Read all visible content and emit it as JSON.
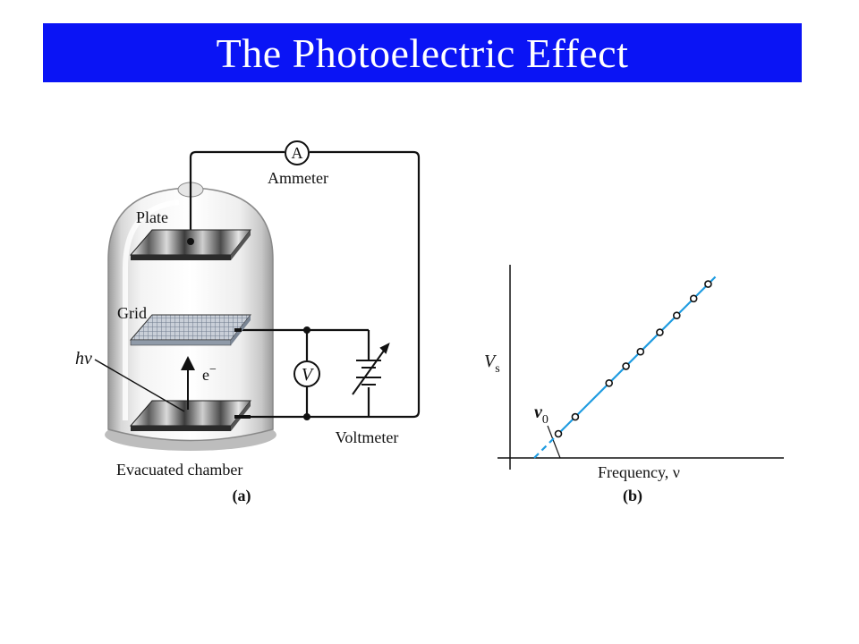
{
  "slide": {
    "title": "The Photoelectric Effect",
    "title_bg": "#0a14f5",
    "title_color": "#ffffff"
  },
  "apparatus": {
    "ammeter_symbol": "A",
    "ammeter_label": "Ammeter",
    "plate_label": "Plate",
    "grid_label": "Grid",
    "photon_label": "hν",
    "photon_color": "#d11a6e",
    "electron_label": "e",
    "electron_charge": "−",
    "voltmeter_symbol": "V",
    "voltmeter_label": "Voltmeter",
    "chamber_label": "Evacuated chamber",
    "panel_label": "(a)"
  },
  "graph": {
    "y_axis_label": "V",
    "y_axis_subscript": "s",
    "threshold_label": "ν",
    "threshold_subscript": "0",
    "x_axis_label": "Frequency, ν",
    "panel_label": "(b)",
    "line_color": "#1e9be0"
  },
  "chart_data": {
    "type": "scatter",
    "title": "",
    "xlabel": "Frequency, ν",
    "ylabel": "Vs",
    "threshold": 0.1,
    "fit_line": {
      "slope": 1,
      "intercept": -0.1
    },
    "x": [
      0.2,
      0.27,
      0.41,
      0.48,
      0.54,
      0.62,
      0.69,
      0.76,
      0.82
    ],
    "y": [
      0.1,
      0.17,
      0.31,
      0.38,
      0.44,
      0.52,
      0.59,
      0.66,
      0.72
    ],
    "xlim": [
      0,
      1.15
    ],
    "ylim": [
      0,
      0.8
    ],
    "grid": false
  }
}
